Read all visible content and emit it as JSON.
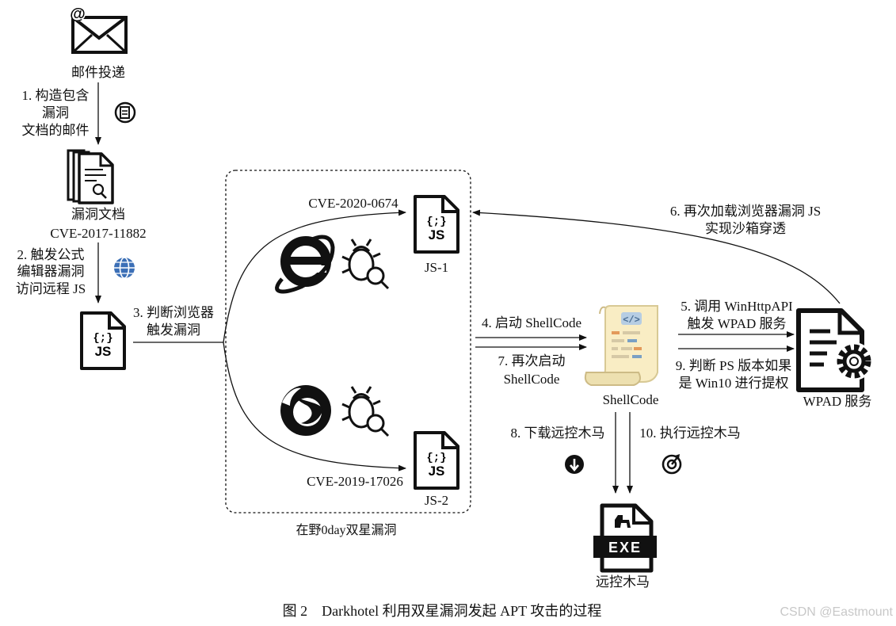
{
  "nodes": {
    "mail": {
      "label": "邮件投递"
    },
    "doc": {
      "label": "漏洞文档",
      "cve": "CVE-2017-11882"
    },
    "js_main": {
      "text": "JS"
    },
    "js1": {
      "cve": "CVE-2020-0674",
      "label": "JS-1",
      "text": "JS"
    },
    "js2": {
      "cve": "CVE-2019-17026",
      "label": "JS-2",
      "text": "JS"
    },
    "shellcode": {
      "label": "ShellCode"
    },
    "wpad": {
      "label": "WPAD 服务"
    },
    "exe": {
      "text": "EXE",
      "label": "远控木马"
    },
    "box_label": "在野0day双星漏洞"
  },
  "steps": {
    "s1": [
      "1. 构造包含",
      "漏洞",
      "文档的邮件"
    ],
    "s2": [
      "2. 触发公式",
      "编辑器漏洞",
      "访问远程 JS"
    ],
    "s3": [
      "3. 判断浏览器",
      "触发漏洞"
    ],
    "s4": [
      "4. 启动 ShellCode"
    ],
    "s5": [
      "5. 调用 WinHttpAPI",
      "触发 WPAD 服务"
    ],
    "s6": [
      "6. 再次加载浏览器漏洞 JS",
      "实现沙箱穿透"
    ],
    "s7": [
      "7. 再次启动",
      "ShellCode"
    ],
    "s8": [
      "8. 下载远控木马"
    ],
    "s9": [
      "9. 判断 PS 版本如果",
      "是 Win10 进行提权"
    ],
    "s10": [
      "10. 执行远控木马"
    ]
  },
  "caption": "图 2　Darkhotel 利用双星漏洞发起 APT 攻击的过程",
  "watermark": "CSDN @Eastmount",
  "icons": [
    "mail-icon",
    "document-badge-icon",
    "document-search-icon",
    "globe-icon",
    "js-file-icon",
    "ie-browser-icon",
    "bug-search-icon",
    "firefox-browser-icon",
    "shellcode-scroll-icon",
    "wpad-gear-document-icon",
    "download-icon",
    "execute-icon",
    "exe-trojan-icon"
  ]
}
